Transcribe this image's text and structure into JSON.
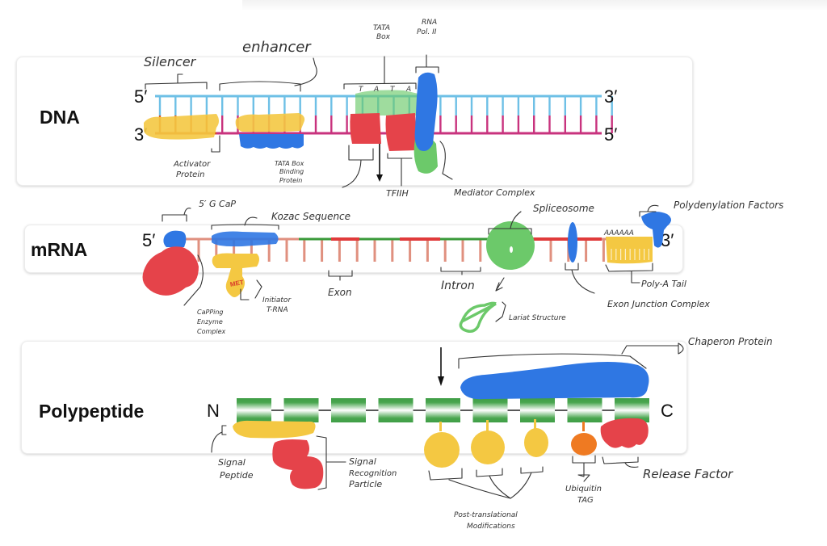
{
  "panels": {
    "dna": {
      "title": "DNA",
      "top_left_end": "5′",
      "bottom_left_end": "3′",
      "top_right_end": "3′",
      "bottom_right_end": "5′"
    },
    "mrna": {
      "title": "mRNA",
      "left_end": "5′",
      "right_end": "3′"
    },
    "polypeptide": {
      "title": "Polypeptide",
      "n_terminus": "N",
      "c_terminus": "C"
    }
  },
  "dna_labels": {
    "silencer": "Silencer",
    "enhancer": "enhancer",
    "tata_box": [
      "TATA",
      "Box"
    ],
    "tata_letters": [
      "T",
      "A",
      "T",
      "A"
    ],
    "rna_pol": [
      "RNA",
      "Pol. II"
    ],
    "activator_protein": [
      "Activator",
      "Protein"
    ],
    "tata_binding_protein": [
      "TATA Box",
      "Binding",
      "Protein"
    ],
    "tfiih": "TFIIH",
    "mediator_complex": "Mediator Complex"
  },
  "mrna_labels": {
    "cap": "5′ G CaP",
    "kozak": "Kozac Sequence",
    "spliceosome": "Spliceosome",
    "polyadenylation": "Polydenylation Factors",
    "poly_a_letters": "AAAAAA",
    "exon": "Exon",
    "intron": "Intron",
    "met": "MET",
    "capping_enzyme": [
      "CaPPing",
      "Enzyme",
      "Complex"
    ],
    "initiator_trna": [
      "Initiator",
      "T-RNA"
    ],
    "lariat": "Lariat Structure",
    "exon_junction": "Exon Junction Complex",
    "poly_a_tail": "Poly-A Tail"
  },
  "polypeptide_labels": {
    "chaperone": "Chaperon Protein",
    "signal_peptide": [
      "Signal",
      "Peptide"
    ],
    "srp": [
      "Signal",
      "Recognition",
      "Particle"
    ],
    "ptm": [
      "Post-translational",
      "Modifications"
    ],
    "ubiquitin": [
      "Ubiquitin",
      "TAG"
    ],
    "release_factor": "Release Factor"
  },
  "structure": {
    "dna_rungs": 30,
    "mrna_rungs": 24,
    "polypeptide_residues": 9
  },
  "colors": {
    "dna_top_strand": "#6ec0e6",
    "dna_bottom_strand": "#c8337e",
    "mrna_backbone": "#e0907f",
    "exon": "#3a9a3a",
    "intron_red": "#e03b3b",
    "residue_green": "#3f9e46",
    "blue_protein": "#2f77e3",
    "red_protein": "#e5434a",
    "yellow_protein": "#f4c842",
    "green_protein": "#6cc96a",
    "orange_tag": "#ef7a22"
  }
}
